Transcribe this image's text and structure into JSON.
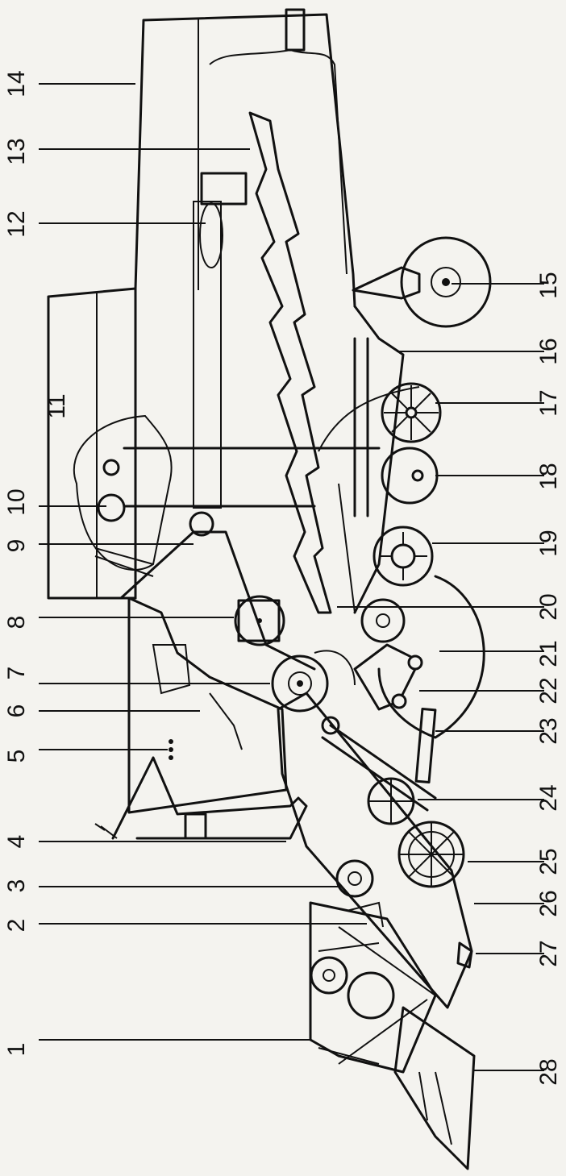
{
  "labels_left": [
    "1",
    "2",
    "3",
    "4",
    "5",
    "6",
    "7",
    "8",
    "9",
    "10",
    "11",
    "12",
    "13",
    "14"
  ],
  "labels_right": [
    "15",
    "16",
    "17",
    "18",
    "19",
    "20",
    "21",
    "22",
    "23",
    "24",
    "25",
    "26",
    "27",
    "28"
  ],
  "colors": {
    "ink": "#111111",
    "paper": "#f4f3ef"
  }
}
